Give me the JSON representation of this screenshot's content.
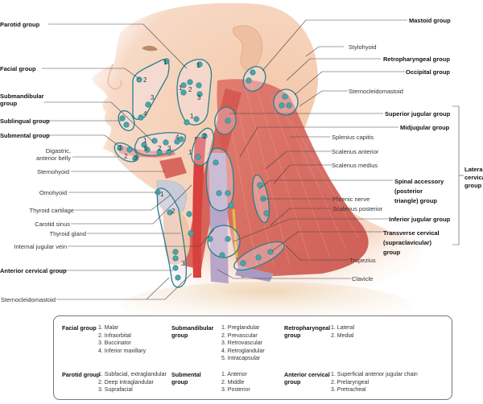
{
  "figure": {
    "left_labels": [
      {
        "id": "parotid-group",
        "text": "Parotid group",
        "bold": true
      },
      {
        "id": "facial-group",
        "text": "Facial group",
        "bold": true
      },
      {
        "id": "submandibular-group",
        "text": "Submandibular group",
        "bold": true
      },
      {
        "id": "sublingual-group",
        "text": "Sublingual group",
        "bold": true
      },
      {
        "id": "submental-group",
        "text": "Submental group",
        "bold": true
      },
      {
        "id": "digastric-anterior-belly",
        "text": "Digastric, anterior belly",
        "bold": false
      },
      {
        "id": "sternohyoid",
        "text": "Sternohyoid",
        "bold": false
      },
      {
        "id": "omohyoid",
        "text": "Omohyoid",
        "bold": false
      },
      {
        "id": "thyroid-cartilage",
        "text": "Thyroid cartilage",
        "bold": false
      },
      {
        "id": "carotid-sinus",
        "text": "Carotid sinus",
        "bold": false
      },
      {
        "id": "thyroid-gland",
        "text": "Thyroid gland",
        "bold": false
      },
      {
        "id": "internal-jugular-vein",
        "text": "Internal jugular vein",
        "bold": false
      },
      {
        "id": "anterior-cervical-group",
        "text": "Anterior cervical group",
        "bold": true
      },
      {
        "id": "sternocleidomastoid-bottom",
        "text": "Sternocleidomastoid",
        "bold": false
      }
    ],
    "right_labels": [
      {
        "id": "mastoid-group",
        "text": "Mastoid group",
        "bold": true
      },
      {
        "id": "stylohyoid",
        "text": "Stylohyoid",
        "bold": false
      },
      {
        "id": "retropharyngeal-group",
        "text": "Retropharyngeal group",
        "bold": true
      },
      {
        "id": "occipital-group",
        "text": "Occipital group",
        "bold": true
      },
      {
        "id": "sternocleidomastoid-top",
        "text": "Sternocleidomastoid",
        "bold": false
      },
      {
        "id": "superior-jugular-group",
        "text": "Superior jugular group",
        "bold": true
      },
      {
        "id": "midjugular-group",
        "text": "Midjugular group",
        "bold": true
      },
      {
        "id": "splenius-capitis",
        "text": "Splenius capitis",
        "bold": false
      },
      {
        "id": "scalenus-anterior",
        "text": "Scalenus anterior",
        "bold": false
      },
      {
        "id": "scalenus-medius",
        "text": "Scalenus medius",
        "bold": false
      },
      {
        "id": "spinal-accessory-group",
        "text": "Spinal accessory (posterior triangle) group",
        "bold": true
      },
      {
        "id": "phrenic-nerve",
        "text": "Phrenic nerve",
        "bold": false
      },
      {
        "id": "scalenus-posterior",
        "text": "Scalenus posterior",
        "bold": false
      },
      {
        "id": "inferior-jugular-group",
        "text": "Inferior jugular group",
        "bold": true
      },
      {
        "id": "transverse-cervical-group",
        "text": "Transverse cervical (supraclavicular) group",
        "bold": true
      },
      {
        "id": "trapezius",
        "text": "Trapezius",
        "bold": false
      },
      {
        "id": "clavicle",
        "text": "Clavicle",
        "bold": false
      }
    ],
    "bracket_label": "Lateral cervical group",
    "node_numbers": {
      "facial": [
        "1",
        "2",
        "3",
        "4"
      ],
      "parotid": [
        "1",
        "2",
        "3",
        "1",
        "1"
      ],
      "submandibular": [
        "1",
        "2",
        "3",
        "4",
        "5"
      ],
      "submental": [
        "1",
        "2",
        "3"
      ],
      "anterior_cervical": [
        "1",
        "2",
        "3"
      ],
      "jugular": [
        "1",
        "2"
      ]
    },
    "colors": {
      "node_outline": "#2a7f8a",
      "node_fill": "#4aa6a8",
      "skin": "#f6d3bd",
      "muscle": "#d9635a",
      "vein": "#b7a6c8",
      "artery": "#d8413d",
      "nerve": "#e0c53a"
    }
  },
  "legend": {
    "groups": [
      {
        "title": "Facial group",
        "items": [
          "1. Malar",
          "2. Infraorbital",
          "3. Buccinator",
          "4. Inferior maxillary"
        ]
      },
      {
        "title": "Submandibular group",
        "items": [
          "1. Preglandular",
          "2. Prevascular",
          "3. Retrovascular",
          "4. Retroglandular",
          "5. Intracapsular"
        ]
      },
      {
        "title": "Retropharyngeal group",
        "items": [
          "1. Lateral",
          "2. Medial"
        ]
      },
      {
        "title": "Parotid group",
        "items": [
          "1. Subfacial, extraglandular",
          "2. Deep intraglandular",
          "3. Suprafacial"
        ]
      },
      {
        "title": "Submental group",
        "items": [
          "1. Anterior",
          "2. Middle",
          "3. Posterior"
        ]
      },
      {
        "title": "Anterior cervical group",
        "items": [
          "1. Superficial anterior jugular chain",
          "2. Prelaryngeal",
          "3. Pretracheal"
        ]
      }
    ]
  }
}
